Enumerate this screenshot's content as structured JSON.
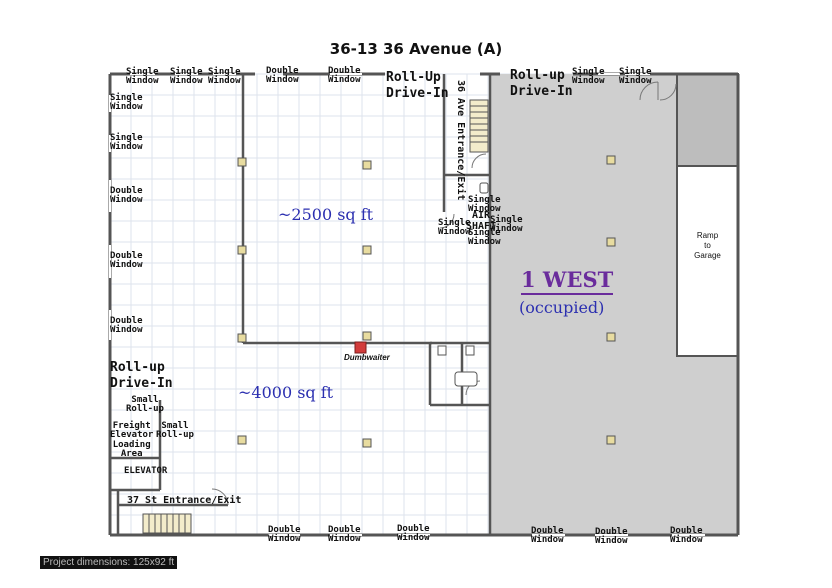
{
  "title": "36-13 36 Avenue (A)",
  "footer": "Project dimensions: 125x92 ft",
  "areas": {
    "north": "~2500 sq ft",
    "south": "~4000 sq ft",
    "west_name": "1 WEST",
    "west_status": "(occupied)"
  },
  "labels": {
    "roll_up_top": "Roll-Up\nDrive-In",
    "roll_up_right": "Roll-up\nDrive-In",
    "roll_up_left": "Roll-up\nDrive-In",
    "ave_entrance": "36 Ave Entrance/Exit",
    "air_shaft": "AIR\nSHAFT",
    "small_roll_up_1": "Small\nRoll-up",
    "small_roll_up_2": "Small\nRoll-up",
    "freight": "Freight\nElevator\nLoading\nArea",
    "elevator": "ELEVATOR",
    "st_entrance": "37 St Entrance/Exit",
    "dumbwaiter": "Dumbwaiter",
    "ramp": "Ramp\nto\nGarage"
  },
  "windows": {
    "top_1": "Single\nWindow",
    "top_2": "Single\nWindow",
    "top_3": "Single\nWindow",
    "top_4": "Double\nWindow",
    "top_5": "Double\nWindow",
    "top_6": "Single\nWindow",
    "top_7": "Single\nWindow",
    "left_1": "Single\nWindow",
    "left_2": "Single\nWindow",
    "left_3": "Double\nWindow",
    "left_4": "Double\nWindow",
    "left_5": "Double\nWindow",
    "mid_1": "Single\nWindow",
    "mid_2": "Single\nWindow",
    "mid_3": "Single\nWindow",
    "mid_4": "Single\nWindow",
    "bottom_1": "Double\nWindow",
    "bottom_2": "Double\nWindow",
    "bottom_3": "Double\nWindow",
    "bottom_4": "Double\nWindow",
    "bottom_5": "Double\nWindow",
    "bottom_6": "Double\nWindow"
  },
  "colors": {
    "occupied_fill": "#cfcfcf",
    "wall": "#555555",
    "grid": "#dde3ec",
    "area_text": "#2b2fb0",
    "west_text": "#6a2c9c",
    "dumbwaiter": "#d23b3b",
    "light": "#e8dca0"
  },
  "icons": [
    "ceiling-light-icon",
    "stair-icon",
    "door-swing-icon",
    "toilet-icon",
    "sink-icon",
    "dumbwaiter-icon"
  ]
}
